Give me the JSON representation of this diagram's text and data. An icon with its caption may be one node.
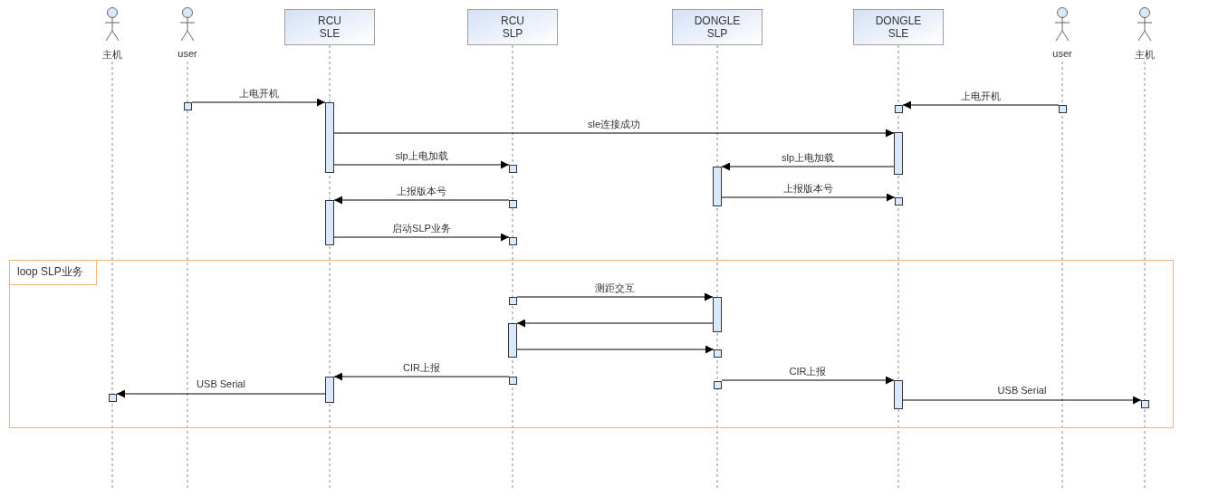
{
  "diagram": {
    "nodes": [
      {
        "text": [
          "主机"
        ]
      },
      {
        "text": [
          "user"
        ]
      },
      {
        "text": [
          "RCU SLE"
        ]
      },
      {
        "text": [
          "RCU SLP"
        ]
      },
      {
        "text": [
          "DONGLE SLP"
        ]
      },
      {
        "text": [
          "DONGLE SLE"
        ]
      },
      {
        "text": [
          "user"
        ]
      },
      {
        "text": [
          "主机"
        ]
      },
      {
        "text": [],
        "shape": "box"
      },
      {
        "text": [],
        "shape": "box"
      },
      {
        "text": [],
        "shape": "box"
      },
      {
        "text": [],
        "shape": "box"
      },
      {
        "text": [],
        "shape": "box"
      },
      {
        "text": [],
        "shape": "box"
      },
      {
        "text": [],
        "shape": "box"
      },
      {
        "text": [],
        "shape": "box"
      },
      {
        "text": [],
        "shape": "box"
      },
      {
        "text": [],
        "shape": "box"
      },
      {
        "text": [],
        "shape": "box"
      },
      {
        "text": [
          "loop SLP业务"
        ]
      },
      {
        "text": [],
        "shape": "box",
        "in": 19
      },
      {
        "text": [],
        "shape": "box",
        "in": 19
      },
      {
        "text": [],
        "shape": "box",
        "in": 19
      },
      {
        "text": [],
        "shape": "box",
        "in": 19
      },
      {
        "text": [],
        "shape": "box",
        "in": 19
      },
      {
        "text": [],
        "shape": "box",
        "in": 19
      },
      {
        "text": [],
        "shape": "box",
        "in": 19
      },
      {
        "text": [],
        "shape": "box",
        "in": 19
      },
      {
        "text": [],
        "shape": "box",
        "in": 19
      },
      {
        "text": [],
        "shape": "box",
        "in": 19
      }
    ],
    "edges": [
      {
        "from": 8,
        "to": 9,
        "arrow": "to",
        "label": "上电开机"
      },
      {
        "from": 11,
        "to": 10,
        "arrow": "to",
        "label": "上电开机"
      },
      {
        "from": 9,
        "to": 12,
        "arrow": "to",
        "label": "sle连接成功"
      },
      {
        "from": 9,
        "to": 13,
        "arrow": "to",
        "label": "slp上电加载"
      },
      {
        "from": 12,
        "to": 14,
        "arrow": "to",
        "label": "slp上电加载"
      },
      {
        "from": 16,
        "to": 15,
        "arrow": "to",
        "label": "上报版本号"
      },
      {
        "from": 14,
        "to": 17,
        "arrow": "to",
        "label": "上报版本号"
      },
      {
        "from": 15,
        "to": 18,
        "arrow": "to",
        "label": "启动SLP业务"
      },
      {
        "from": 20,
        "to": 21,
        "arrow": "to",
        "label": "测距交互"
      },
      {
        "from": 21,
        "to": 22,
        "arrow": "to"
      },
      {
        "from": 22,
        "to": 23,
        "arrow": "to"
      },
      {
        "from": 24,
        "to": 25,
        "arrow": "to",
        "label": "CIR上报"
      },
      {
        "from": 25,
        "to": 26,
        "arrow": "to",
        "label": "USB Serial"
      },
      {
        "from": 27,
        "to": 28,
        "arrow": "to",
        "label": "CIR上报"
      },
      {
        "from": 28,
        "to": 29,
        "arrow": "to",
        "label": "USB Serial"
      }
    ]
  }
}
